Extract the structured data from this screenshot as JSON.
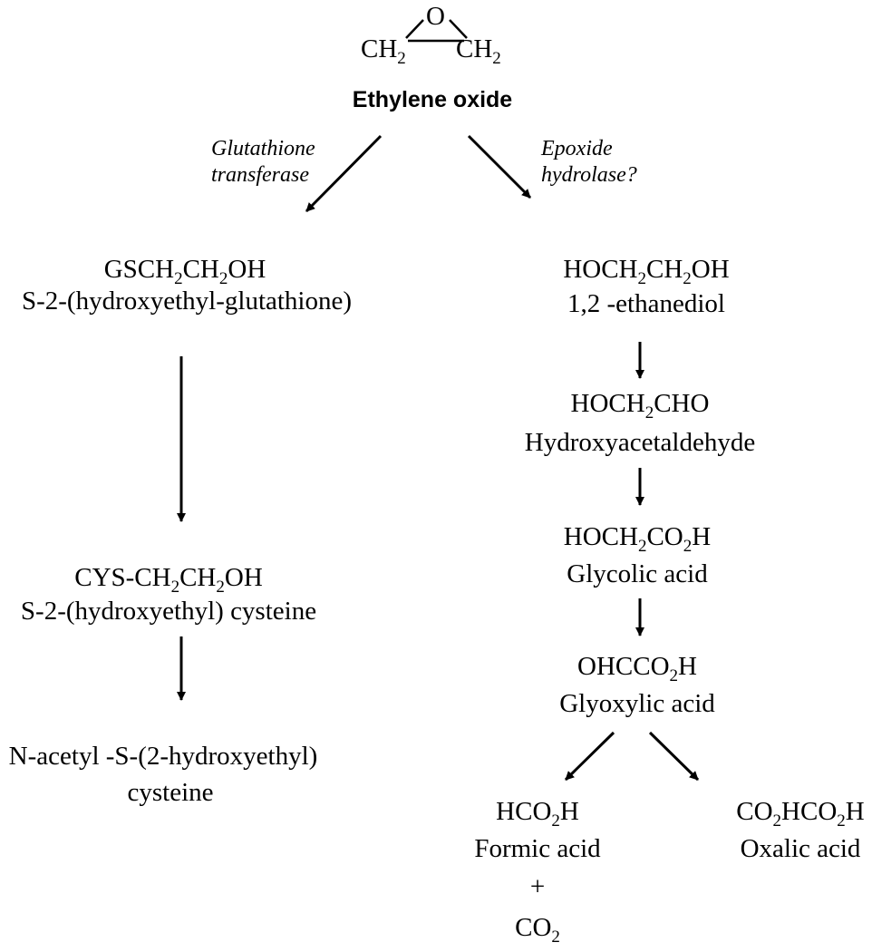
{
  "epoxide_ring": {
    "oxygen": "O",
    "left_group": "CH",
    "left_sub": "2",
    "right_group": "CH",
    "right_sub": "2"
  },
  "title": "Ethylene oxide",
  "enzymes": {
    "left_line1": "Glutathione",
    "left_line2": "transferase",
    "right_line1": "Epoxide",
    "right_line2": "hydrolase?"
  },
  "left_branch": {
    "gsh": {
      "formula": [
        "GSCH",
        "2",
        "CH",
        "2",
        "OH"
      ],
      "name": "S-2-(hydroxyethyl-glutathione)"
    },
    "cys": {
      "formula": [
        "CYS-CH",
        "2",
        "CH",
        "2",
        "OH"
      ],
      "name": "S-2-(hydroxyethyl) cysteine"
    },
    "nac": {
      "line1": "N-acetyl -S-(2-hydroxyethyl)",
      "line2": "cysteine"
    }
  },
  "right_branch": {
    "diol": {
      "formula": [
        "HOCH",
        "2",
        "CH",
        "2",
        "OH"
      ],
      "name": "1,2 -ethanediol"
    },
    "ald": {
      "formula": [
        "HOCH",
        "2",
        "CHO"
      ],
      "name": "Hydroxyacetaldehyde"
    },
    "glycolic": {
      "formula": [
        "HOCH",
        "2",
        "CO",
        "2",
        "H"
      ],
      "name": "Glycolic acid"
    },
    "glyoxylic": {
      "formula": [
        "OHCCO",
        "2",
        "H"
      ],
      "name": "Glyoxylic acid"
    },
    "formic": {
      "formula": [
        "HCO",
        "2",
        "H"
      ],
      "name": "Formic acid",
      "plus": "+",
      "co2": [
        "CO",
        "2"
      ]
    },
    "oxalic": {
      "formula": [
        "CO",
        "2",
        "HCO",
        "2",
        "H"
      ],
      "name": "Oxalic acid"
    }
  }
}
